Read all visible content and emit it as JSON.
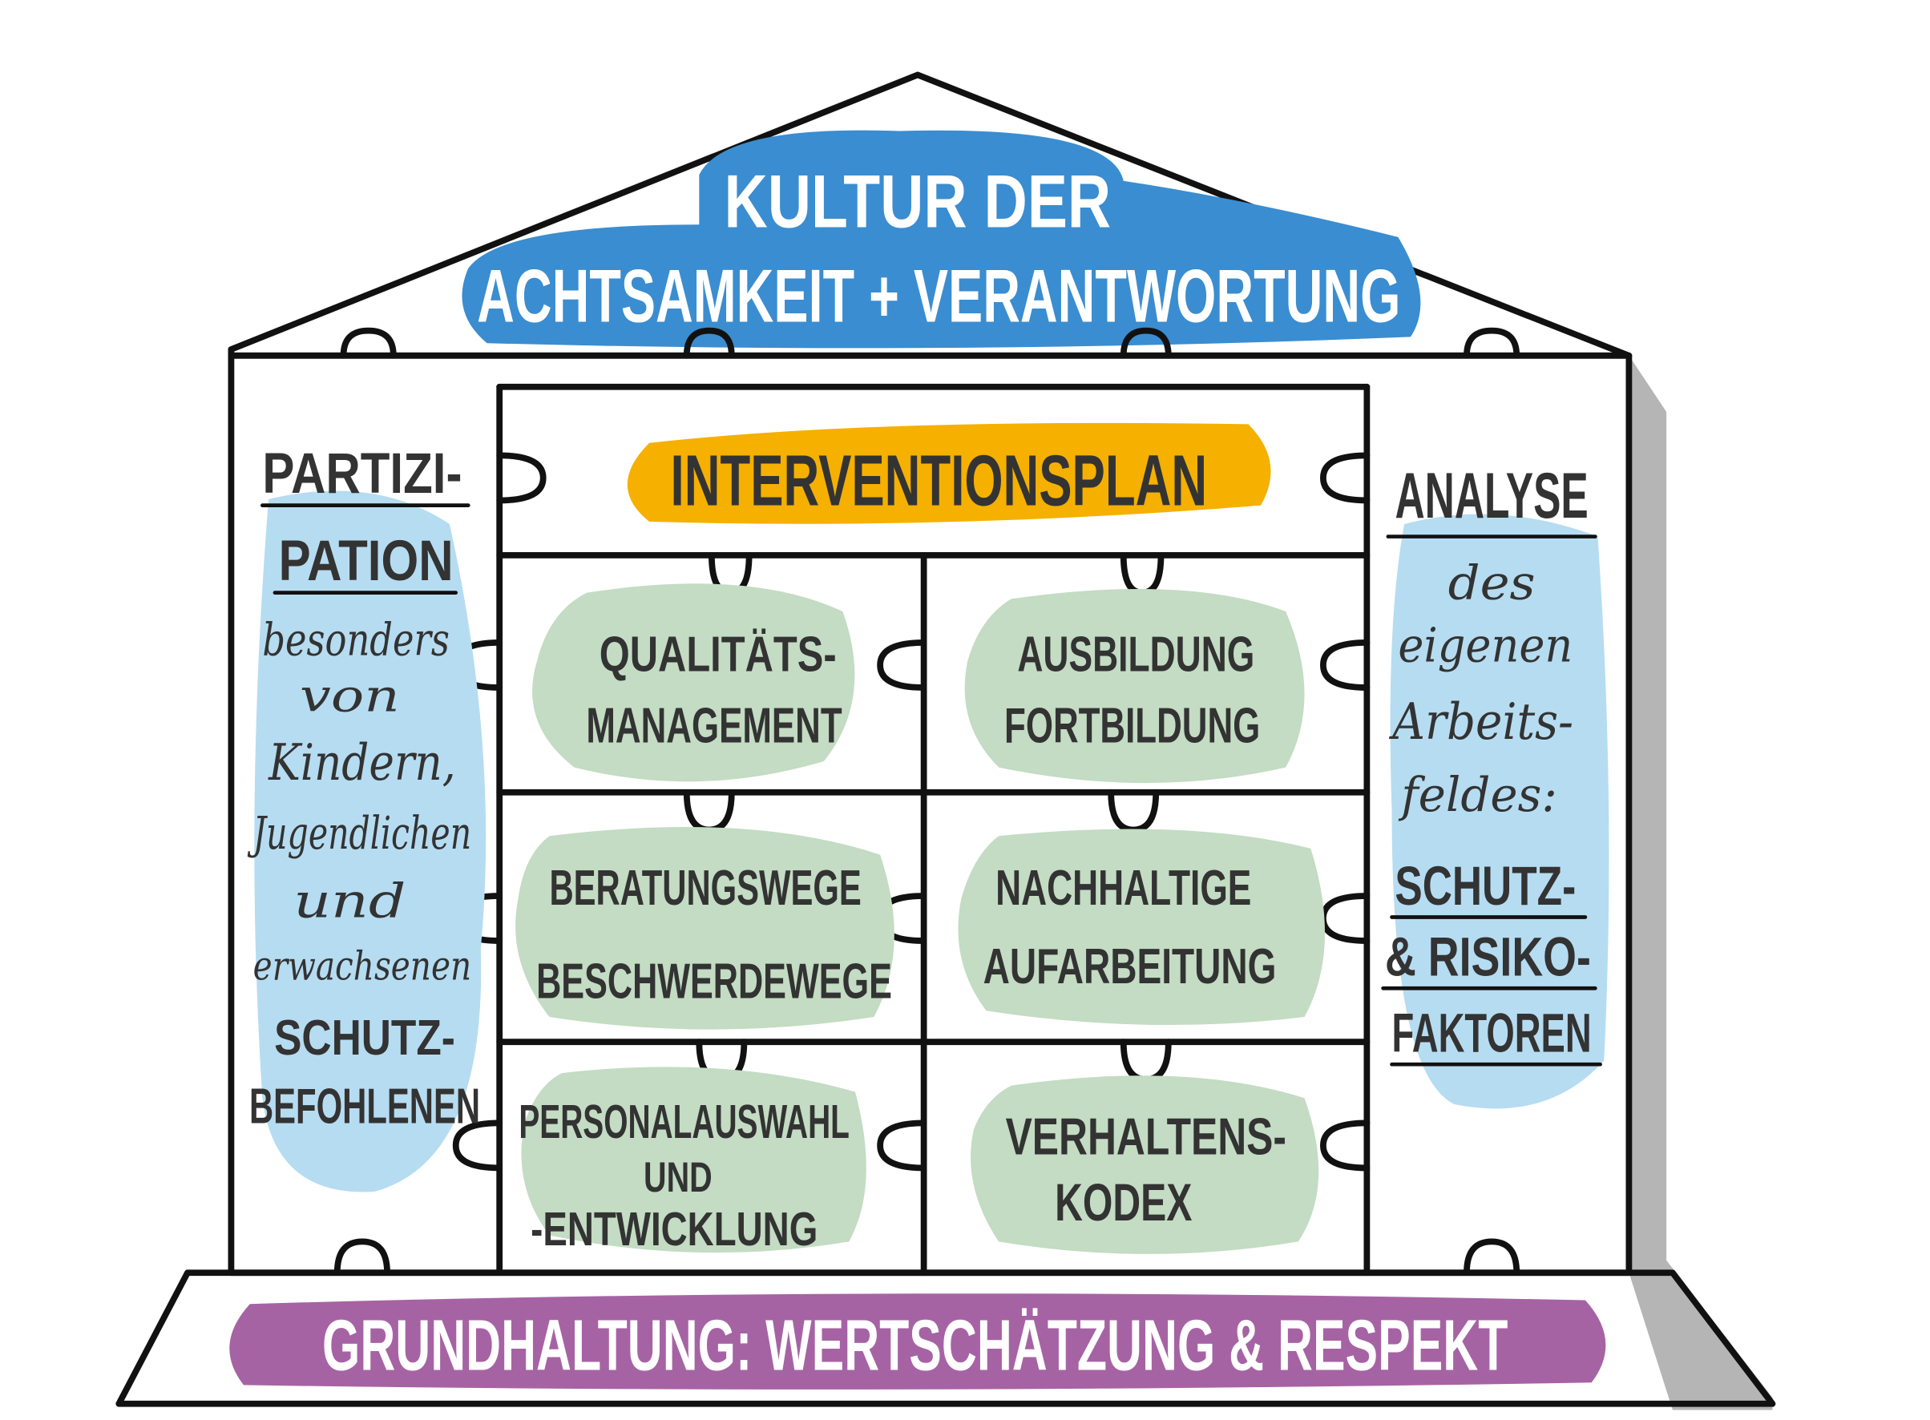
{
  "colors": {
    "roof_blue": "#3a8dd0",
    "column_light_blue": "#b6dcf1",
    "interventionsplan_orange": "#f5b000",
    "module_green": "#c3dcc3",
    "base_purple": "#a663a4",
    "ink": "#333333"
  },
  "roof": {
    "line1": "KULTUR DER",
    "line2": "ACHTSAMKEIT + VERANTWORTUNG"
  },
  "top_bar": {
    "label": "INTERVENTIONSPLAN"
  },
  "left_column": {
    "title_line1": "PARTIZI-",
    "title_line2": "PATION",
    "text": [
      "besonders",
      "von",
      "Kindern,",
      "Jugendlichen",
      "und",
      "erwachsenen"
    ],
    "caps": [
      "SCHUTZ-",
      "BEFOHLENEN"
    ]
  },
  "right_column": {
    "title": "ANALYSE",
    "text": [
      "des",
      "eigenen",
      "Arbeits-",
      "feldes:"
    ],
    "caps": [
      "SCHUTZ-",
      "& RISIKO-",
      "FAKTOREN"
    ]
  },
  "modules": [
    {
      "lines": [
        "QUALITÄTS-",
        "MANAGEMENT"
      ]
    },
    {
      "lines": [
        "AUSBILDUNG",
        "FORTBILDUNG"
      ]
    },
    {
      "lines": [
        "BERATUNGSWEGE",
        "BESCHWERDEWEGE"
      ]
    },
    {
      "lines": [
        "NACHHALTIGE",
        "AUFARBEITUNG"
      ]
    },
    {
      "lines": [
        "PERSONALAUSWAHL",
        "UND",
        "-ENTWICKLUNG"
      ]
    },
    {
      "lines": [
        "VERHALTENS-",
        "KODEX"
      ]
    }
  ],
  "base": {
    "label": "GRUNDHALTUNG: WERTSCHÄTZUNG & RESPEKT"
  }
}
